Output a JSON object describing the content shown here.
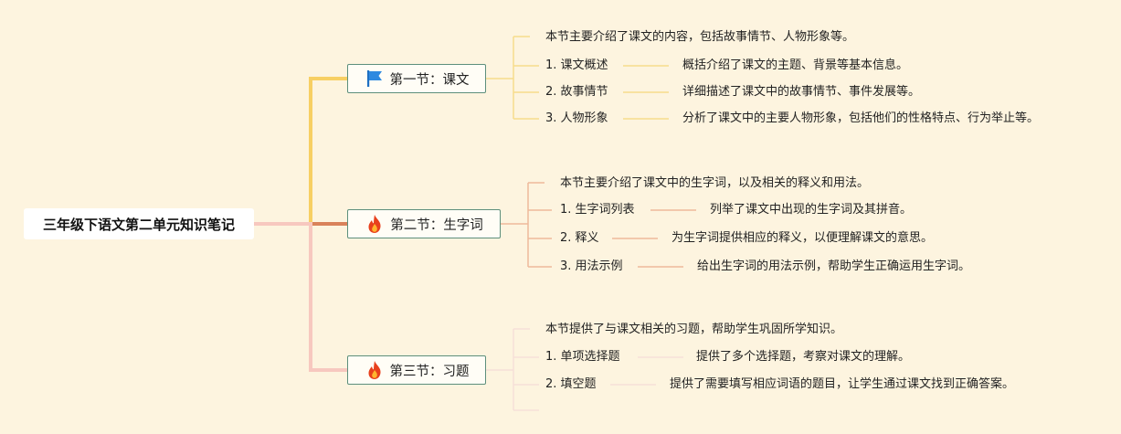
{
  "root": {
    "title": "三年级下语文第二单元知识笔记"
  },
  "colors": {
    "background": "#fdf4df",
    "section1": "#f7cf63",
    "section2": "#d9825a",
    "section3": "#f7c8bf"
  },
  "sections": [
    {
      "title": "第一节：课文",
      "icon": "flag-icon",
      "summary": "本节主要介绍了课文的内容，包括故事情节、人物形象等。",
      "items": [
        {
          "label": "1. 课文概述",
          "desc": "概括介绍了课文的主题、背景等基本信息。"
        },
        {
          "label": "2. 故事情节",
          "desc": "详细描述了课文中的故事情节、事件发展等。"
        },
        {
          "label": "3. 人物形象",
          "desc": "分析了课文中的主要人物形象，包括他们的性格特点、行为举止等。"
        }
      ]
    },
    {
      "title": "第二节：生字词",
      "icon": "fire-icon",
      "summary": "本节主要介绍了课文中的生字词，以及相关的释义和用法。",
      "items": [
        {
          "label": "1. 生字词列表",
          "desc": "列举了课文中出现的生字词及其拼音。"
        },
        {
          "label": "2. 释义",
          "desc": "为生字词提供相应的释义，以便理解课文的意思。"
        },
        {
          "label": "3. 用法示例",
          "desc": "给出生字词的用法示例，帮助学生正确运用生字词。"
        }
      ]
    },
    {
      "title": "第三节：习题",
      "icon": "fire-icon",
      "summary": "本节提供了与课文相关的习题，帮助学生巩固所学知识。",
      "items": [
        {
          "label": "1. 单项选择题",
          "desc": "提供了多个选择题，考察对课文的理解。"
        },
        {
          "label": "2. 填空题",
          "desc": "提供了需要填写相应词语的题目，让学生通过课文找到正确答案。"
        }
      ]
    }
  ]
}
